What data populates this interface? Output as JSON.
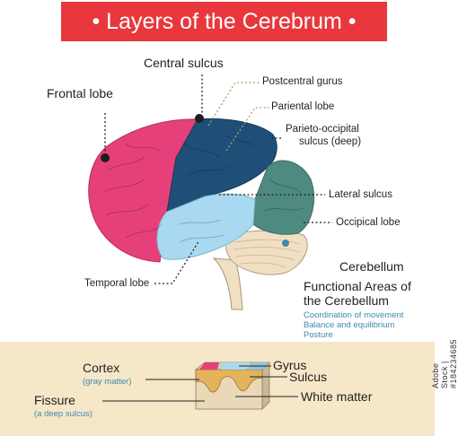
{
  "title": "•  Layers of the Cerebrum  •",
  "labels": {
    "central_sulcus": "Central sulcus",
    "frontal_lobe": "Frontal lobe",
    "postcentral": "Postcentral gurus",
    "pariental": "Pariental lobe",
    "parieto_line1": "Parieto-occipital",
    "parieto_line2": "sulcus (deep)",
    "lateral": "Lateral sulcus",
    "occipical": "Occipical lobe",
    "cerebellum": "Cerebellum",
    "temporal": "Temporal lobe",
    "functional_line1": "Functional Areas of",
    "functional_line2": "the Cerebellum",
    "func_items": [
      "Coordination of movement",
      "Balance and equilibrium",
      "Posture"
    ]
  },
  "cross_section": {
    "cortex": "Cortex",
    "cortex_note": "(gray matter)",
    "fissure": "Fissure",
    "fissure_note": "(a deep sulcus)",
    "gyrus": "Gyrus",
    "sulcus": "Sulcus",
    "white_matter": "White matter"
  },
  "stock_id": "Adobe Stock | #184234685",
  "colors": {
    "title_bg": "#e8383d",
    "frontal": "#e5407a",
    "parietal": "#1f4f79",
    "occipital": "#4e8a80",
    "temporal": "#a9d9f0",
    "cerebellum": "#f1dfc4",
    "panel": "#f6e7c9",
    "note": "#3b8ab0"
  }
}
